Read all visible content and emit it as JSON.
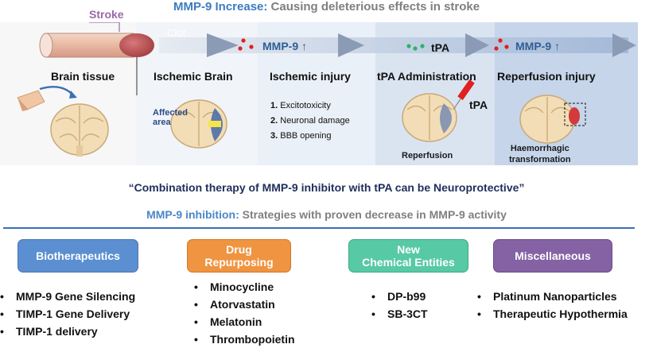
{
  "header": {
    "stroke_label": "Stroke",
    "title_highlight": "MMP-9 Increase:",
    "title_rest": " Causing deleterious effects in stroke"
  },
  "pathway": {
    "clot_label": "Clot",
    "mmp9_label": "MMP-9",
    "mmp9_arrow": "↑",
    "tpa_label": "tPA",
    "mmp9_label_2": "MMP-9",
    "mmp9_arrow_2": "↑"
  },
  "stages": [
    {
      "title": "Brain tissue"
    },
    {
      "title": "Ischemic Brain",
      "brain_label": "Affected\narea"
    },
    {
      "title": "Ischemic injury",
      "items": [
        {
          "num": "1.",
          "text": " Excitotoxicity"
        },
        {
          "num": "2.",
          "text": " Neuronal damage"
        },
        {
          "num": "3.",
          "text": " BBB opening"
        }
      ]
    },
    {
      "title": "tPA Administration",
      "brain_label": "Reperfusion",
      "syringe_label": "tPA"
    },
    {
      "title": "Reperfusion injury",
      "brain_label": "Haemorrhagic\ntransformation"
    }
  ],
  "quote": "“Combination therapy of MMP-9 inhibitor with tPA can be Neuroprotective”",
  "inhibition": {
    "title_highlight": "MMP-9 inhibition:",
    "title_rest": " Strategies with proven decrease in MMP-9 activity"
  },
  "categories": [
    {
      "label": "Biotherapeutics",
      "color": "#5b8fd1",
      "items": [
        "MMP-9 Gene Silencing",
        "TIMP-1  Gene Delivery",
        "TIMP-1 delivery"
      ]
    },
    {
      "label": "Drug\nRepurposing",
      "color": "#ef9440",
      "items": [
        "Minocycline",
        "Atorvastatin",
        "Melatonin",
        "Thrombopoietin"
      ]
    },
    {
      "label": "New\nChemical Entities",
      "color": "#57c9a5",
      "items": [
        "DP-b99",
        "SB-3CT"
      ]
    },
    {
      "label": "Miscellaneous",
      "color": "#8462a4",
      "items": [
        "Platinum Nanoparticles",
        "Therapeutic Hypothermia"
      ]
    }
  ],
  "colors": {
    "accent_blue": "#3d7bc2",
    "stroke_purple": "#9b68a8",
    "clot_red": "#c0504d",
    "rule_blue": "#3b6fb6"
  }
}
